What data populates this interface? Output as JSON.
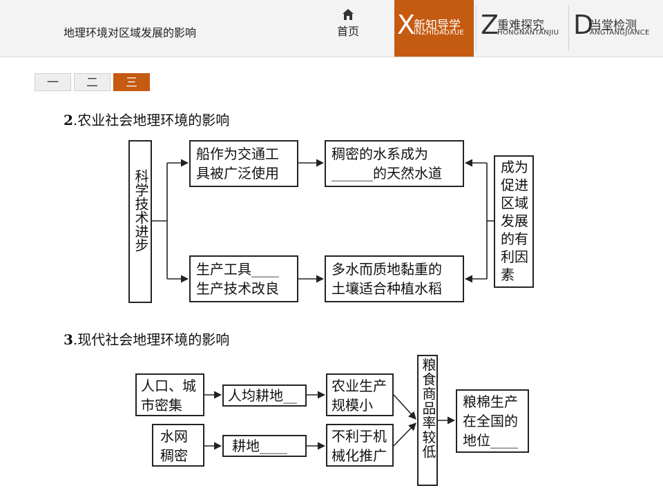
{
  "header": {
    "course_title": "地理环境对区域发展的影响",
    "home_label": "首页",
    "tabs": [
      {
        "letter": "X",
        "cn": "新知导学",
        "en": "INZHIDAOXUE"
      },
      {
        "letter": "Z",
        "cn": "重难探究",
        "en": "HONGNANTANJIU"
      },
      {
        "letter": "D",
        "cn": "当堂检测",
        "en": "ANGTANGJIANCE"
      }
    ],
    "active_color": "#c55a11"
  },
  "section_tabs": [
    "一",
    "二",
    "三"
  ],
  "section2": {
    "num": "2",
    "title": ".农业社会地理环境的影响",
    "left_box": "科学技术进步",
    "top_mid": [
      "船作为交通工",
      "具被广泛使用"
    ],
    "top_right": [
      "稠密的水系成为",
      "______的天然水道"
    ],
    "bottom_mid": [
      "生产工具____",
      "生产技术改良"
    ],
    "bottom_right": [
      "多水而质地黏重的",
      "土壤适合种植水稻"
    ],
    "right_box": [
      "成为",
      "促进",
      "区域",
      "发展",
      "的有",
      "利因",
      "素"
    ]
  },
  "section3": {
    "num": "3",
    "title": ".现代社会地理环境的影响",
    "row1_a": [
      "人口、城",
      "市密集"
    ],
    "row1_b": "人均耕地__",
    "row1_c": [
      "农业生产",
      "规模小"
    ],
    "row2_a": [
      "水网",
      "稠密"
    ],
    "row2_b": "耕地____",
    "row2_c": [
      "不利于机",
      "械化推广"
    ],
    "vertical_box": "粮食商品率较低",
    "final_box": [
      "粮棉生产",
      "在全国的",
      "地位____"
    ]
  }
}
